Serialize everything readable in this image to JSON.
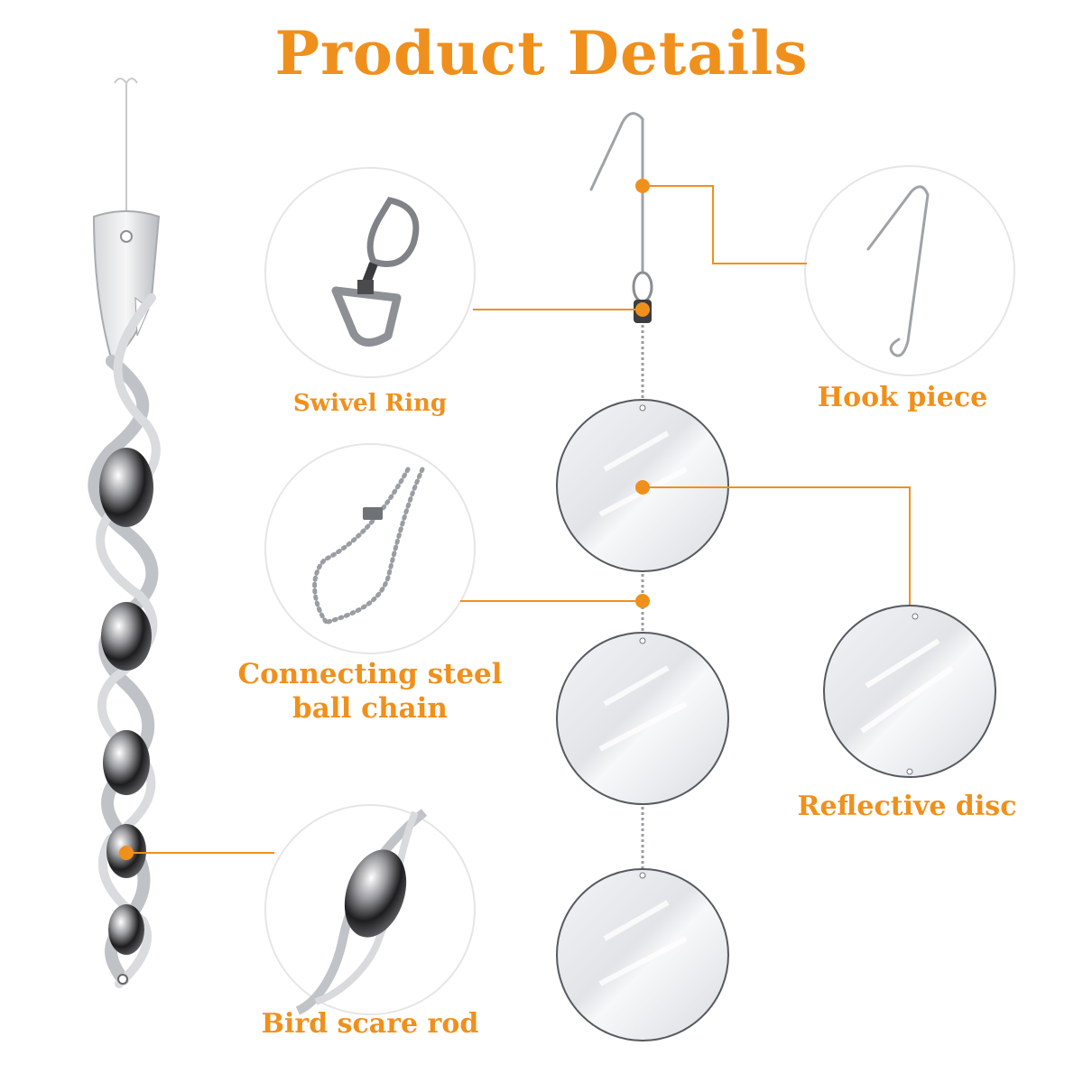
{
  "title": "Product Details",
  "labels": {
    "swivel_ring": "Swivel Ring",
    "hook_piece": "Hook piece",
    "ball_chain_line1": "Connecting steel",
    "ball_chain_line2": "ball chain",
    "reflective_disc": "Reflective disc",
    "bird_scare_rod": "Bird scare rod"
  },
  "colors": {
    "accent": "#f0901c",
    "metal": "#b9bcc0",
    "metal_dark": "#2e2e30",
    "disc_fill": "#e9ebee",
    "circle_outline": "#e6e6e6"
  }
}
